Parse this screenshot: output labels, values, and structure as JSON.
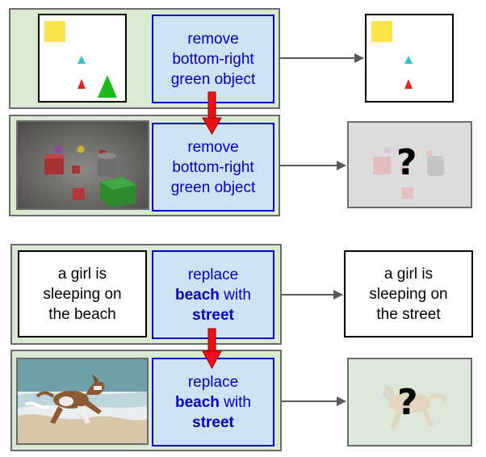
{
  "example1": {
    "instruction_lines": [
      "remove",
      "bottom-right",
      "green object"
    ],
    "question_mark": "?"
  },
  "example2": {
    "source_lines": [
      "a girl is",
      "sleeping on",
      "the beach"
    ],
    "instruction": {
      "line1": "replace",
      "line2_bold": "beach",
      "line2_rest": " with",
      "line3_bold": "street"
    },
    "result_lines": [
      "a girl is",
      "sleeping on",
      "the street"
    ],
    "question_mark": "?"
  },
  "colors": {
    "panel_fill": "#d9ead3",
    "instruction_fill": "#cfe2f3",
    "instruction_text": "#0000cc",
    "transfer_arrow": "#ee1111",
    "flow_arrow": "#595959"
  }
}
